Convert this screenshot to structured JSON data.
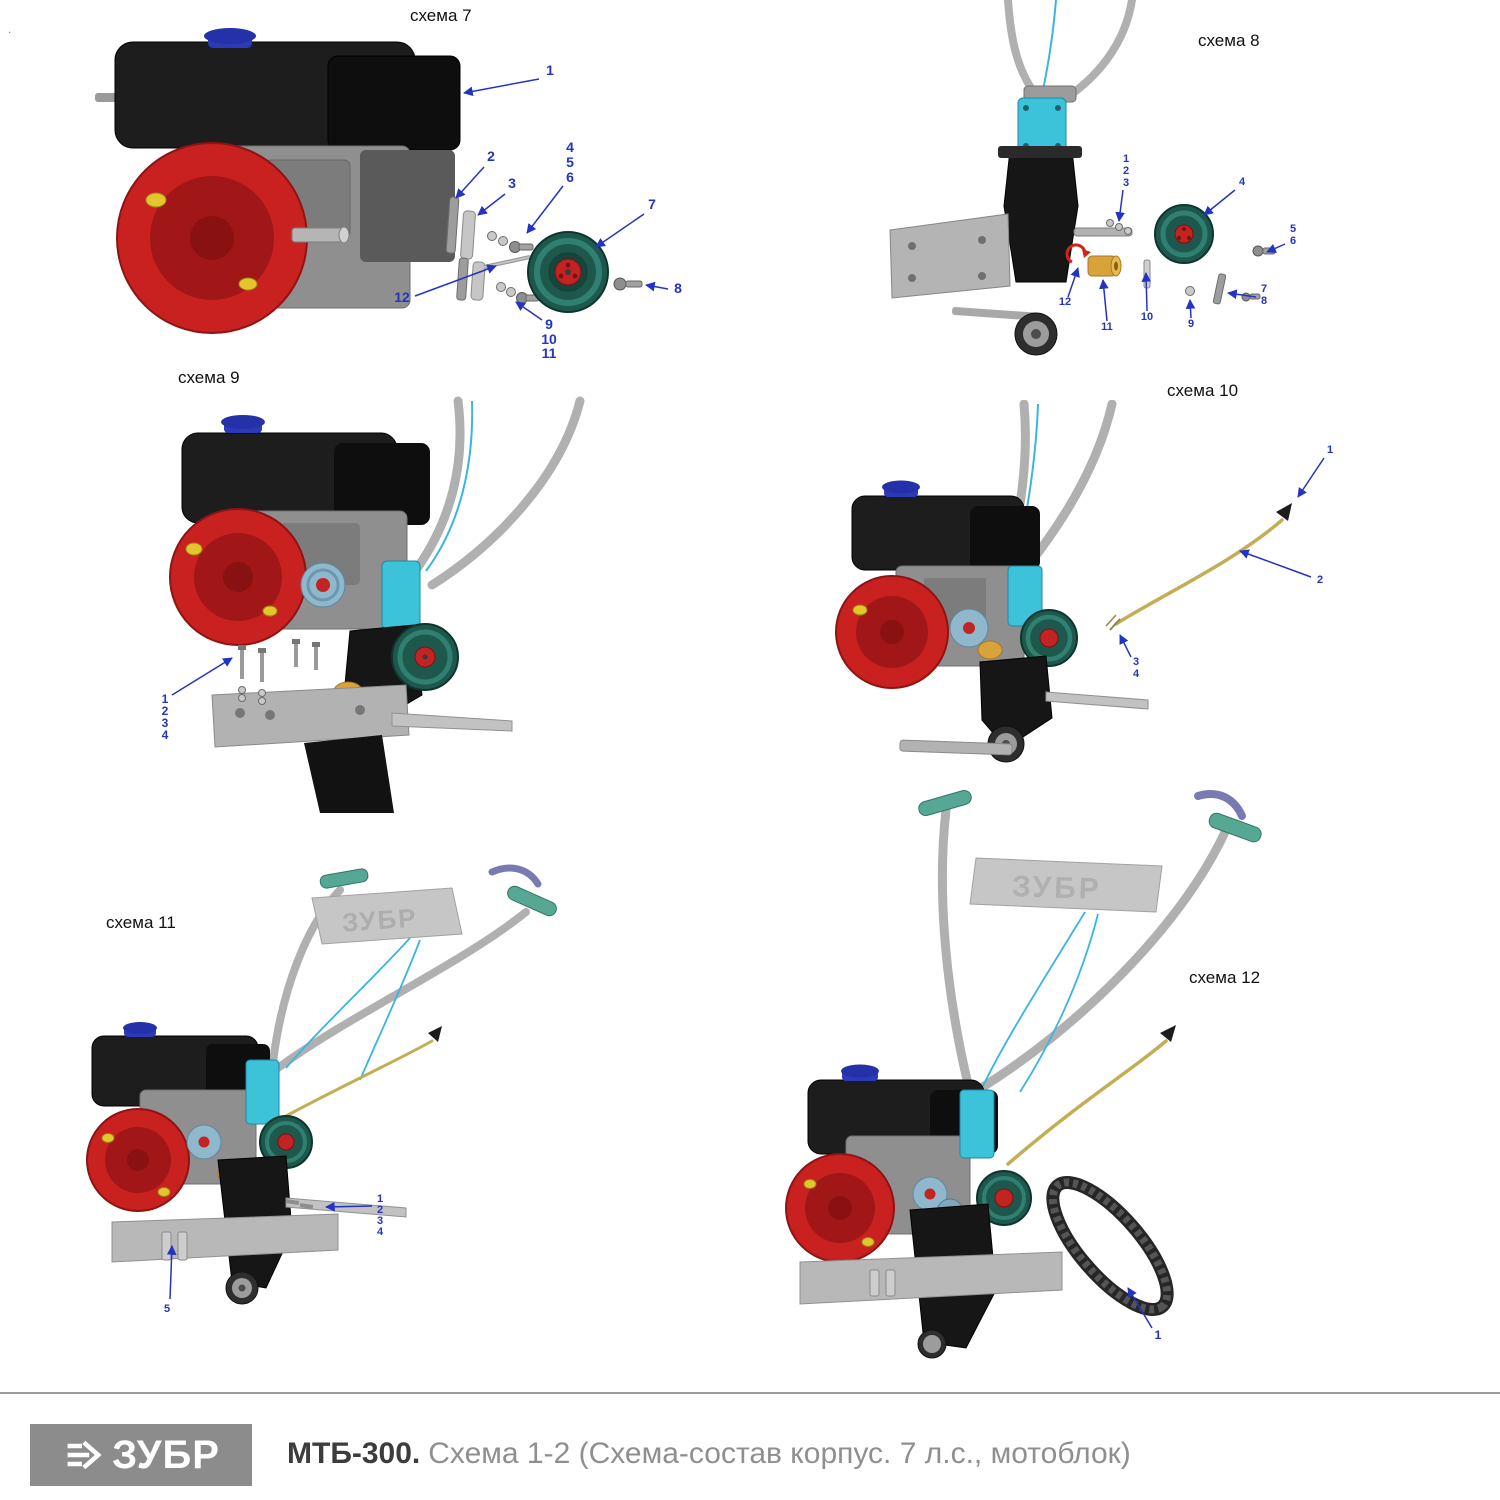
{
  "page": {
    "stray_mark": "."
  },
  "watermark": "ЗУБР",
  "footer": {
    "logo_text": "ЗУБР",
    "model": "МТБ-300.",
    "subtitle": "Схема 1-2 (Схема-состав корпус. 7 л.с., мотоблок)"
  },
  "colors": {
    "callout_blue": "#2334c4",
    "engine_red": "#c92020",
    "tank_black": "#1d1d1d",
    "cap_blue": "#2431a8",
    "bracket_cyan": "#3cc2d9",
    "pulley_teal": "#1e584c",
    "roller_yellow": "#d9a33c",
    "cable_yellow": "#c3ae55",
    "metal_gray": "#b0b0b0",
    "logo_gray": "#8c8c8c"
  },
  "schemes": [
    {
      "id": 7,
      "title": "схема 7",
      "callouts": [
        "1",
        "2",
        "3",
        "4",
        "5",
        "6",
        "7",
        "8",
        "12",
        "9",
        "10",
        "11"
      ]
    },
    {
      "id": 8,
      "title": "схема 8",
      "callouts": [
        "1",
        "2",
        "3",
        "4",
        "5",
        "6",
        "12",
        "11",
        "10",
        "9",
        "7",
        "8"
      ]
    },
    {
      "id": 9,
      "title": "схема 9",
      "callouts": [
        "1",
        "2",
        "3",
        "4"
      ]
    },
    {
      "id": 10,
      "title": "схема 10",
      "callouts": [
        "1",
        "2",
        "3",
        "4"
      ]
    },
    {
      "id": 11,
      "title": "схема 11",
      "callouts": [
        "1",
        "2",
        "3",
        "4",
        "5"
      ]
    },
    {
      "id": 12,
      "title": "схема 12",
      "callouts": [
        "1"
      ]
    }
  ]
}
